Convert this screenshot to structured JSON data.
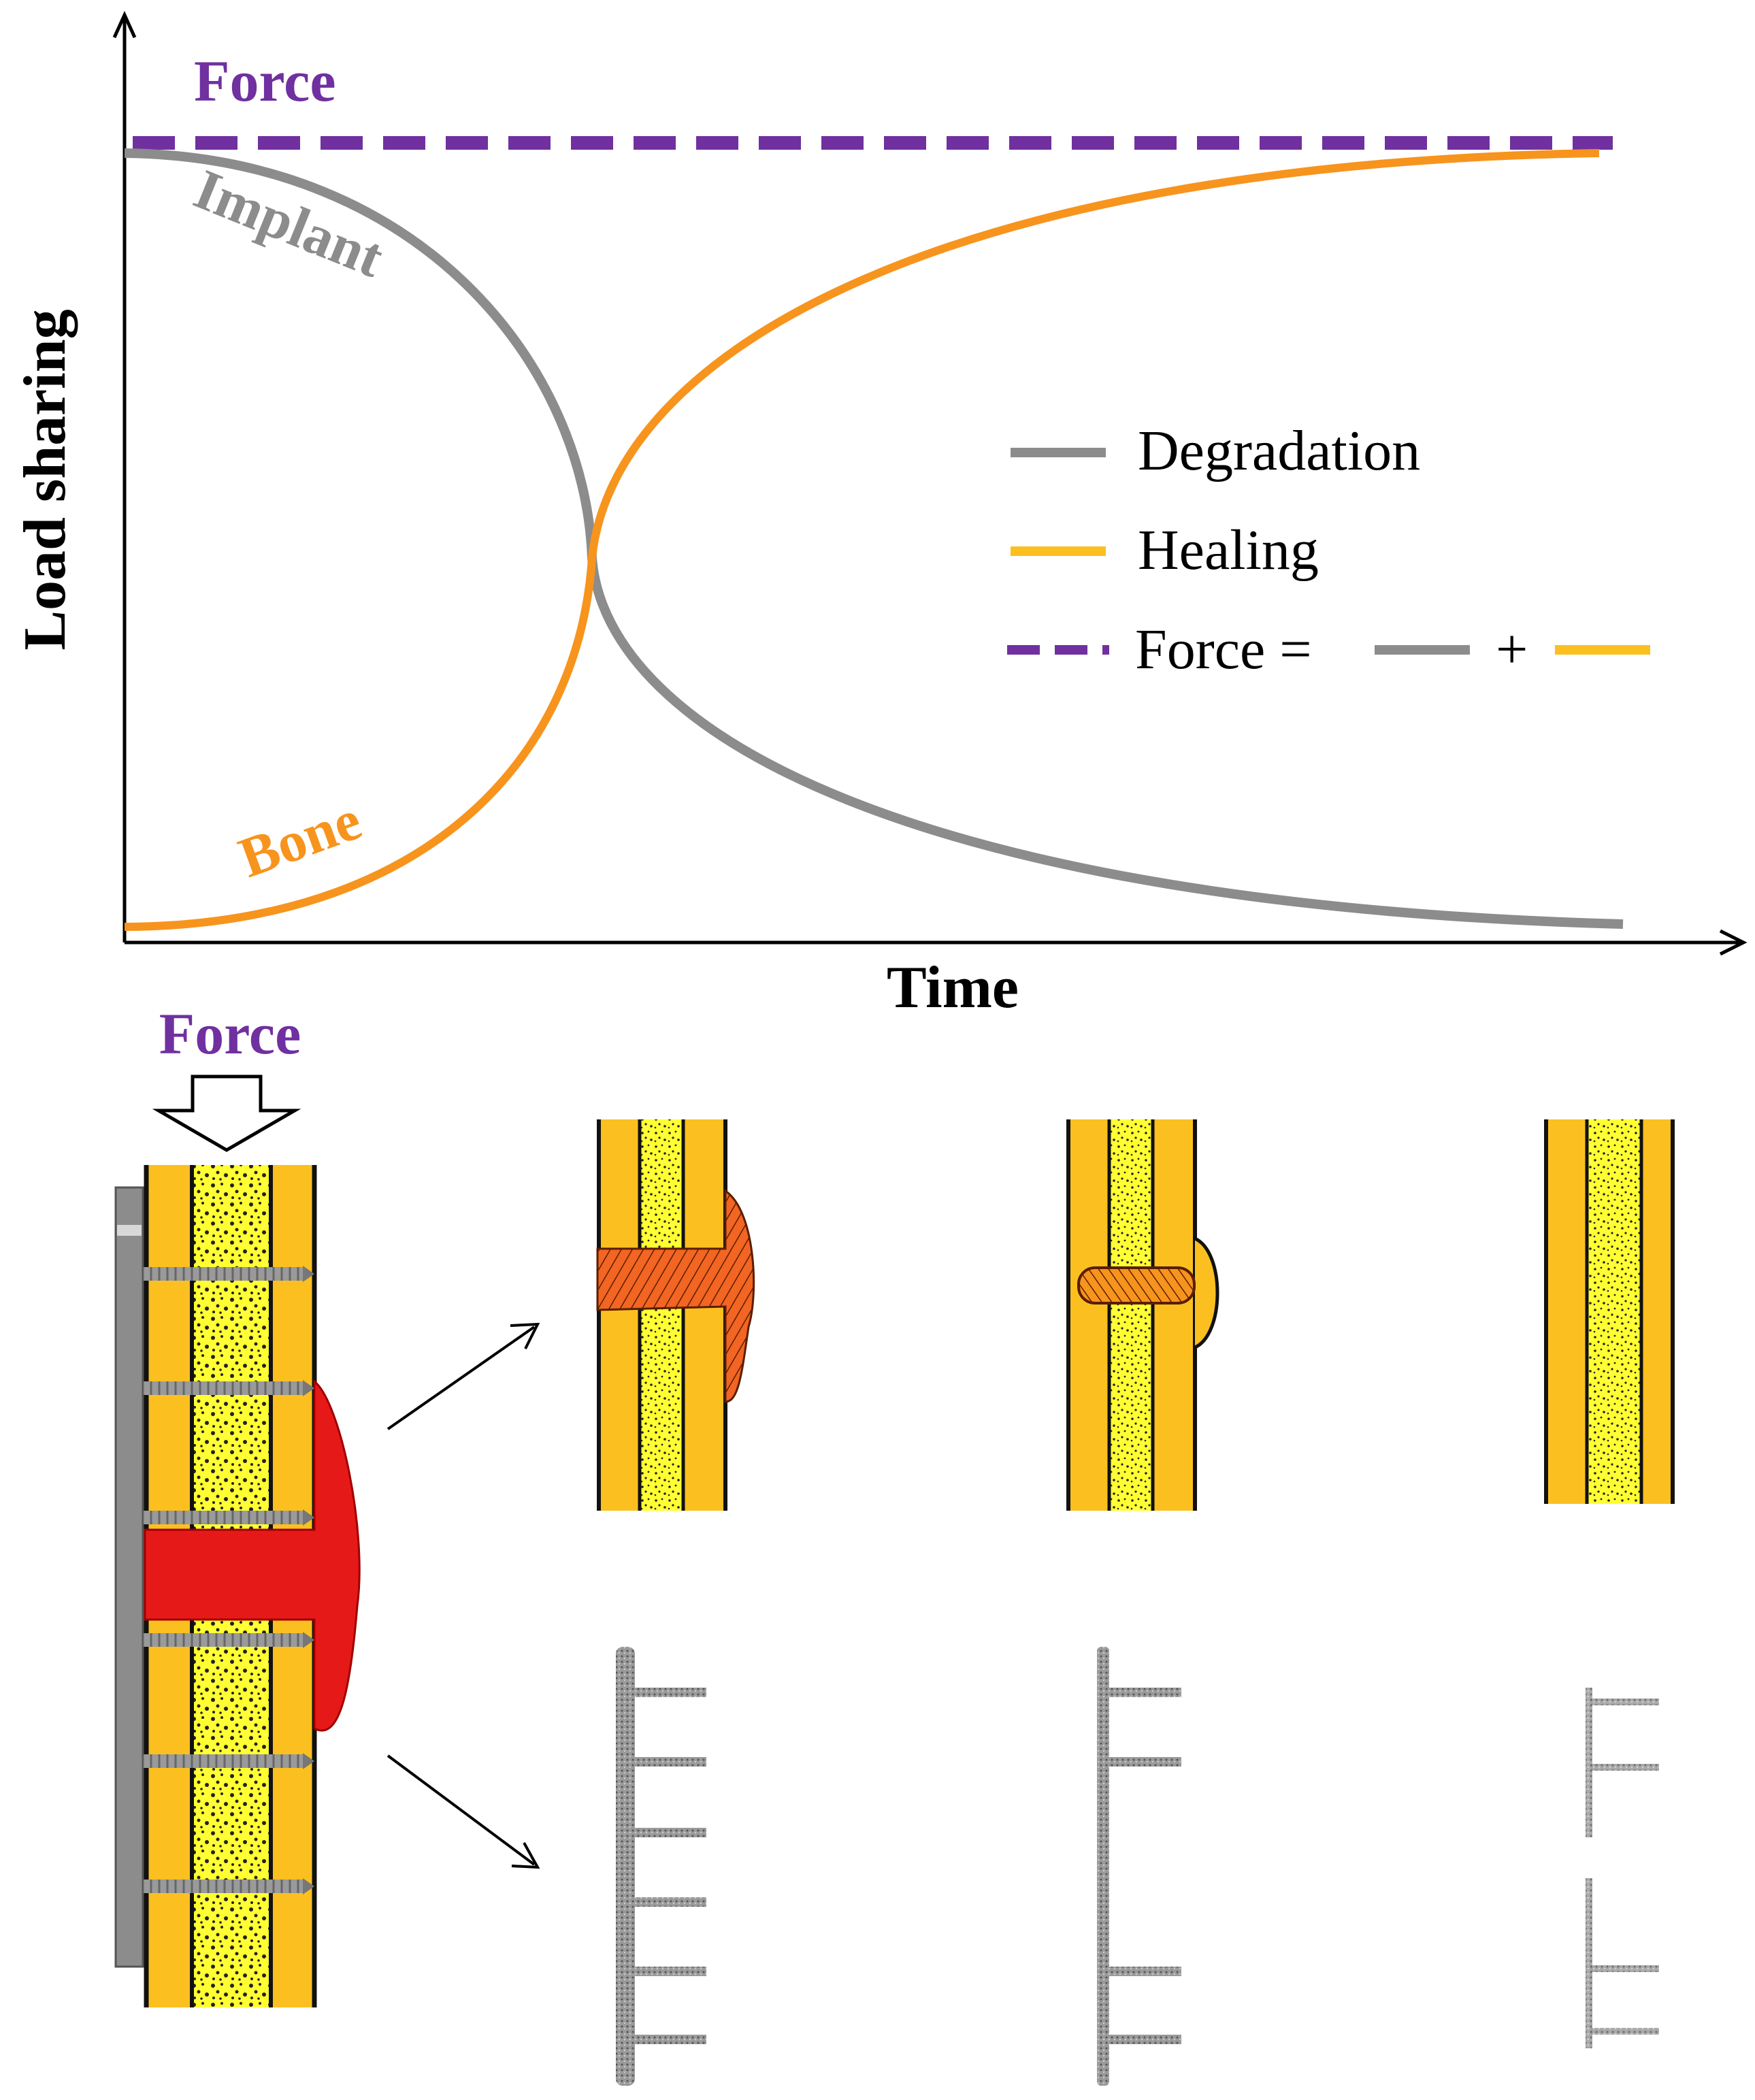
{
  "chart": {
    "y_label": "Load sharing",
    "x_label": "Time",
    "force_label": "Force",
    "implant_label": "Implant",
    "bone_label": "Bone",
    "legend": {
      "degradation": "Degradation",
      "healing": "Healing",
      "force_eq": "Force =",
      "plus": "+"
    }
  },
  "diagram": {
    "force_label": "Force"
  },
  "colors": {
    "force": "#7030a0",
    "implant": "#8c8c8c",
    "bone": "#f7941d",
    "cortex": "#fbc020",
    "marrow": "#ffff33",
    "hematoma": "#e61919",
    "callus": "#f26522",
    "axis": "#000000"
  }
}
